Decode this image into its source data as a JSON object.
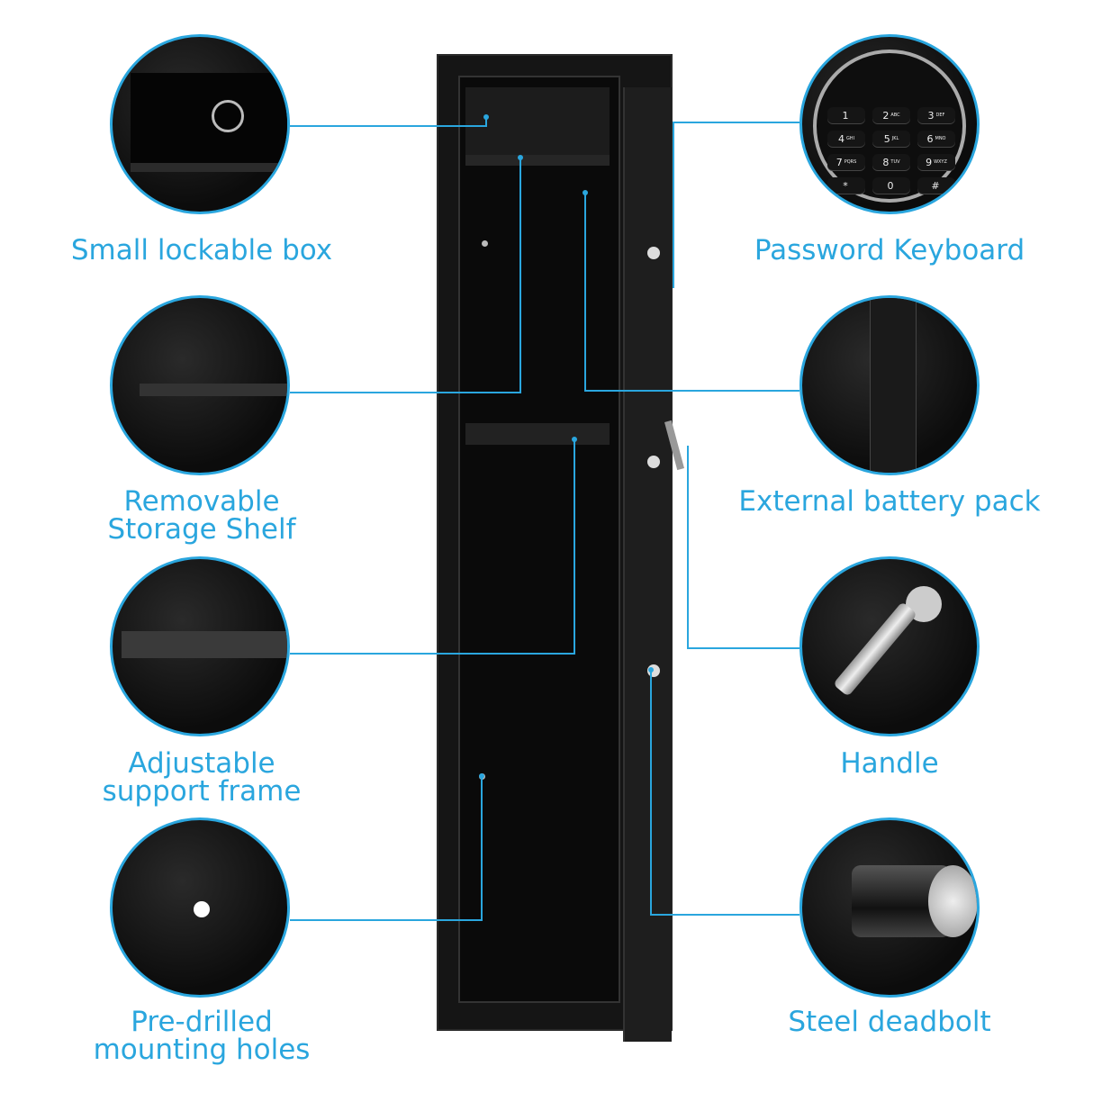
{
  "accent_color": "#2aa6de",
  "features_left": [
    {
      "lines": [
        "Small lockable box"
      ]
    },
    {
      "lines": [
        "Removable",
        "Storage Shelf"
      ]
    },
    {
      "lines": [
        "Adjustable",
        "support frame"
      ]
    },
    {
      "lines": [
        "Pre-drilled",
        "mounting holes"
      ]
    }
  ],
  "features_right": [
    {
      "lines": [
        "Password Keyboard"
      ]
    },
    {
      "lines": [
        "External battery pack"
      ]
    },
    {
      "lines": [
        "Handle"
      ]
    },
    {
      "lines": [
        "Steel deadbolt"
      ]
    }
  ],
  "keypad": [
    {
      "digit": "1",
      "letters": ""
    },
    {
      "digit": "2",
      "letters": "ABC"
    },
    {
      "digit": "3",
      "letters": "DEF"
    },
    {
      "digit": "4",
      "letters": "GHI"
    },
    {
      "digit": "5",
      "letters": "JKL"
    },
    {
      "digit": "6",
      "letters": "MNO"
    },
    {
      "digit": "7",
      "letters": "PQRS"
    },
    {
      "digit": "8",
      "letters": "TUV"
    },
    {
      "digit": "9",
      "letters": "WXYZ"
    },
    {
      "digit": "*",
      "letters": ""
    },
    {
      "digit": "0",
      "letters": ""
    },
    {
      "digit": "#",
      "letters": ""
    }
  ]
}
